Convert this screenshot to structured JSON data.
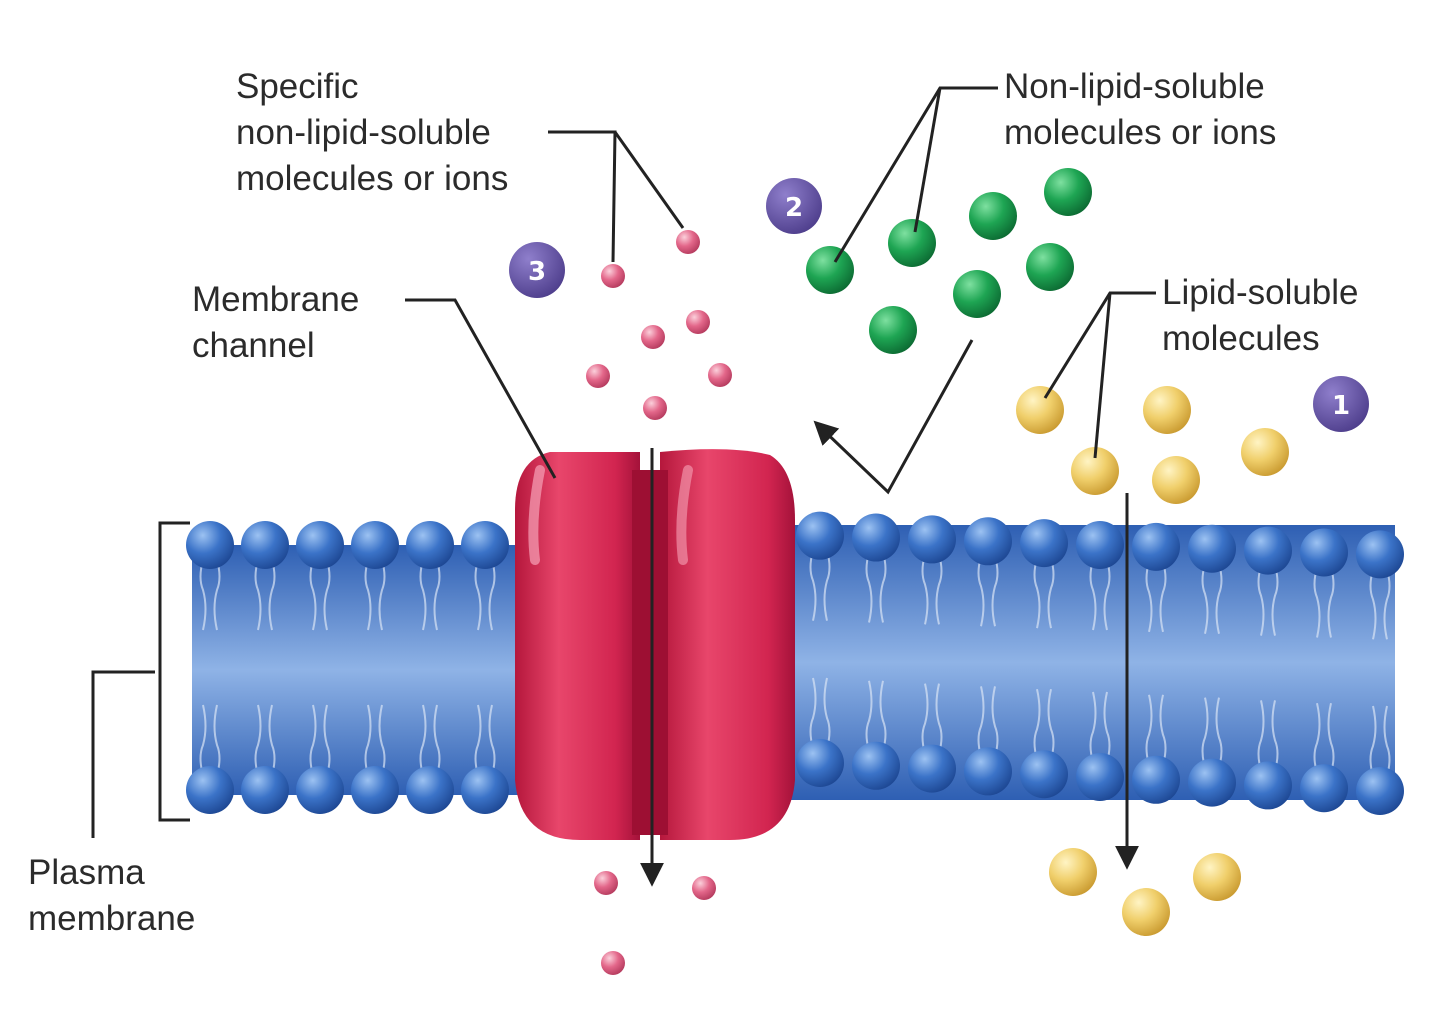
{
  "labels": {
    "specific": [
      "Specific",
      "non-lipid-soluble",
      "molecules or ions"
    ],
    "non_lipid": [
      "Non-lipid-soluble",
      "molecules or ions"
    ],
    "lipid": [
      "Lipid-soluble",
      "molecules"
    ],
    "channel": [
      "Membrane",
      "channel"
    ],
    "plasma": [
      "Plasma",
      "membrane"
    ]
  },
  "badges": {
    "one": "1",
    "two": "2",
    "three": "3"
  },
  "colors": {
    "lipid_head": "#2f63b8",
    "bilayer_core": "#3b6fc2",
    "channel_protein": "#d4244c",
    "specific_ion": "#e05a7e",
    "non_lipid_molecule": "#1a9a4a",
    "lipid_soluble_molecule": "#e8c45a",
    "badge": "#5b4a9a",
    "leader_line": "#222222"
  }
}
